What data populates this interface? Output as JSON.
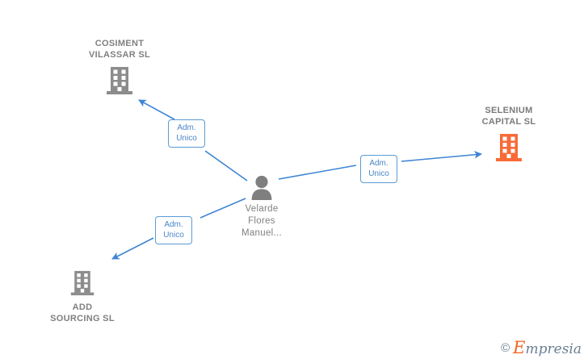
{
  "graph": {
    "nodes": [
      {
        "id": "cosiment",
        "label": "COSIMENT\nVILASSAR  SL",
        "type": "company",
        "icon": "building-icon",
        "color": "#8c8c8c"
      },
      {
        "id": "selenium",
        "label": "SELENIUM\nCAPITAL  SL",
        "type": "company",
        "icon": "building-icon",
        "color": "#f96a38"
      },
      {
        "id": "add-sourcing",
        "label": "ADD\nSOURCING SL",
        "type": "company",
        "icon": "building-icon",
        "color": "#8c8c8c"
      },
      {
        "id": "velarde",
        "label": "Velarde\nFlores\nManuel...",
        "type": "person",
        "icon": "person-icon",
        "color": "#7f7f7f"
      }
    ],
    "edges": [
      {
        "id": "edge-cosiment",
        "from": "velarde",
        "to": "cosiment",
        "label": "Adm.\nUnico",
        "color": "#4a86c8"
      },
      {
        "id": "edge-selenium",
        "from": "velarde",
        "to": "selenium",
        "label": "Adm.\nUnico",
        "color": "#4a86c8"
      },
      {
        "id": "edge-add-sourcing",
        "from": "velarde",
        "to": "add-sourcing",
        "label": "Adm.\nUnico",
        "color": "#4a86c8"
      }
    ]
  },
  "watermark": {
    "copyright": "©",
    "brand_initial": "E",
    "brand_rest": "mpresia"
  }
}
